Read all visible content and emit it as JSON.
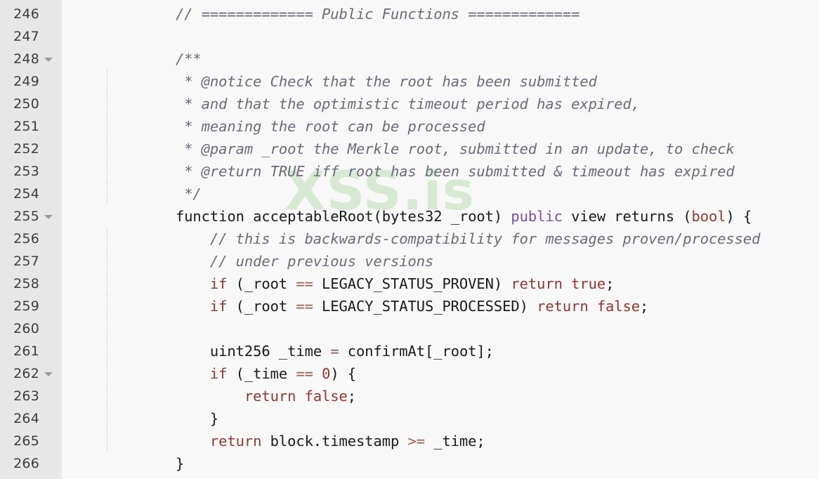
{
  "editor": {
    "watermark": "XSS.is",
    "gutter_bg": "#e7e7e7",
    "code_bg": "#f8f8f8",
    "first_line": 246,
    "last_line": 266
  },
  "lines": [
    {
      "num": "246",
      "fold": false,
      "guide": false,
      "text": "        // ============= Public Functions =============",
      "tokens": [
        {
          "t": "        ",
          "c": "pln"
        },
        {
          "t": "// ============= Public Functions =============",
          "c": "cmt"
        }
      ]
    },
    {
      "num": "247",
      "fold": false,
      "guide": false,
      "text": "",
      "tokens": []
    },
    {
      "num": "248",
      "fold": true,
      "guide": false,
      "text": "        /**",
      "tokens": [
        {
          "t": "        ",
          "c": "pln"
        },
        {
          "t": "/**",
          "c": "cmt"
        }
      ]
    },
    {
      "num": "249",
      "fold": false,
      "guide": true,
      "text": "         * @notice Check that the root has been submitted",
      "tokens": [
        {
          "t": "         ",
          "c": "pln"
        },
        {
          "t": "* @notice Check that the root has been submitted",
          "c": "cmt"
        }
      ]
    },
    {
      "num": "250",
      "fold": false,
      "guide": true,
      "text": "         * and that the optimistic timeout period has expired,",
      "tokens": [
        {
          "t": "         ",
          "c": "pln"
        },
        {
          "t": "* and that the optimistic timeout period has expired,",
          "c": "cmt"
        }
      ]
    },
    {
      "num": "251",
      "fold": false,
      "guide": true,
      "text": "         * meaning the root can be processed",
      "tokens": [
        {
          "t": "         ",
          "c": "pln"
        },
        {
          "t": "* meaning the root can be processed",
          "c": "cmt"
        }
      ]
    },
    {
      "num": "252",
      "fold": false,
      "guide": true,
      "text": "         * @param _root the Merkle root, submitted in an update, to check",
      "tokens": [
        {
          "t": "         ",
          "c": "pln"
        },
        {
          "t": "* @param _root the Merkle root, submitted in an update, to check",
          "c": "cmt"
        }
      ]
    },
    {
      "num": "253",
      "fold": false,
      "guide": true,
      "text": "         * @return TRUE iff root has been submitted & timeout has expired",
      "tokens": [
        {
          "t": "         ",
          "c": "pln"
        },
        {
          "t": "* @return TRUE iff root has been submitted & timeout has expired",
          "c": "cmt"
        }
      ]
    },
    {
      "num": "254",
      "fold": false,
      "guide": true,
      "text": "         */",
      "tokens": [
        {
          "t": "         ",
          "c": "pln"
        },
        {
          "t": "*/",
          "c": "cmt"
        }
      ]
    },
    {
      "num": "255",
      "fold": true,
      "guide": false,
      "text": "        function acceptableRoot(bytes32 _root) public view returns (bool) {",
      "tokens": [
        {
          "t": "        ",
          "c": "pln"
        },
        {
          "t": "function",
          "c": "pln"
        },
        {
          "t": " ",
          "c": "pln"
        },
        {
          "t": "acceptableRoot",
          "c": "pln"
        },
        {
          "t": "(",
          "c": "pln"
        },
        {
          "t": "bytes32",
          "c": "pln"
        },
        {
          "t": " _root) ",
          "c": "pln"
        },
        {
          "t": "public",
          "c": "kw2"
        },
        {
          "t": " view returns (",
          "c": "pln"
        },
        {
          "t": "bool",
          "c": "typ"
        },
        {
          "t": ") {",
          "c": "pln"
        }
      ]
    },
    {
      "num": "256",
      "fold": false,
      "guide": true,
      "text": "            // this is backwards-compatibility for messages proven/processed",
      "tokens": [
        {
          "t": "            ",
          "c": "pln"
        },
        {
          "t": "// this is backwards-compatibility for messages proven/processed",
          "c": "cmt"
        }
      ]
    },
    {
      "num": "257",
      "fold": false,
      "guide": true,
      "text": "            // under previous versions",
      "tokens": [
        {
          "t": "            ",
          "c": "pln"
        },
        {
          "t": "// under previous versions",
          "c": "cmt"
        }
      ]
    },
    {
      "num": "258",
      "fold": false,
      "guide": true,
      "text": "            if (_root == LEGACY_STATUS_PROVEN) return true;",
      "tokens": [
        {
          "t": "            ",
          "c": "pln"
        },
        {
          "t": "if",
          "c": "kw"
        },
        {
          "t": " (_root ",
          "c": "pln"
        },
        {
          "t": "==",
          "c": "op"
        },
        {
          "t": " LEGACY_STATUS_PROVEN) ",
          "c": "pln"
        },
        {
          "t": "return",
          "c": "kw"
        },
        {
          "t": " ",
          "c": "pln"
        },
        {
          "t": "true",
          "c": "lit"
        },
        {
          "t": ";",
          "c": "pln"
        }
      ]
    },
    {
      "num": "259",
      "fold": false,
      "guide": true,
      "text": "            if (_root == LEGACY_STATUS_PROCESSED) return false;",
      "tokens": [
        {
          "t": "            ",
          "c": "pln"
        },
        {
          "t": "if",
          "c": "kw"
        },
        {
          "t": " (_root ",
          "c": "pln"
        },
        {
          "t": "==",
          "c": "op"
        },
        {
          "t": " LEGACY_STATUS_PROCESSED) ",
          "c": "pln"
        },
        {
          "t": "return",
          "c": "kw"
        },
        {
          "t": " ",
          "c": "pln"
        },
        {
          "t": "false",
          "c": "lit"
        },
        {
          "t": ";",
          "c": "pln"
        }
      ]
    },
    {
      "num": "260",
      "fold": false,
      "guide": true,
      "text": "",
      "tokens": []
    },
    {
      "num": "261",
      "fold": false,
      "guide": true,
      "text": "            uint256 _time = confirmAt[_root];",
      "tokens": [
        {
          "t": "            ",
          "c": "pln"
        },
        {
          "t": "uint256",
          "c": "pln"
        },
        {
          "t": " _time ",
          "c": "pln"
        },
        {
          "t": "=",
          "c": "op"
        },
        {
          "t": " confirmAt[_root];",
          "c": "pln"
        }
      ]
    },
    {
      "num": "262",
      "fold": true,
      "guide": true,
      "text": "            if (_time == 0) {",
      "tokens": [
        {
          "t": "            ",
          "c": "pln"
        },
        {
          "t": "if",
          "c": "kw"
        },
        {
          "t": " (_time ",
          "c": "pln"
        },
        {
          "t": "==",
          "c": "op"
        },
        {
          "t": " ",
          "c": "pln"
        },
        {
          "t": "0",
          "c": "lit"
        },
        {
          "t": ") {",
          "c": "pln"
        }
      ]
    },
    {
      "num": "263",
      "fold": false,
      "guide": true,
      "text": "                return false;",
      "tokens": [
        {
          "t": "                ",
          "c": "pln"
        },
        {
          "t": "return",
          "c": "kw"
        },
        {
          "t": " ",
          "c": "pln"
        },
        {
          "t": "false",
          "c": "lit"
        },
        {
          "t": ";",
          "c": "pln"
        }
      ]
    },
    {
      "num": "264",
      "fold": false,
      "guide": true,
      "text": "            }",
      "tokens": [
        {
          "t": "            }",
          "c": "pln"
        }
      ]
    },
    {
      "num": "265",
      "fold": false,
      "guide": true,
      "text": "            return block.timestamp >= _time;",
      "tokens": [
        {
          "t": "            ",
          "c": "pln"
        },
        {
          "t": "return",
          "c": "kw"
        },
        {
          "t": " block.timestamp ",
          "c": "pln"
        },
        {
          "t": ">=",
          "c": "op"
        },
        {
          "t": " _time;",
          "c": "pln"
        }
      ]
    },
    {
      "num": "266",
      "fold": false,
      "guide": false,
      "text": "        }",
      "tokens": [
        {
          "t": "        }",
          "c": "pln"
        }
      ]
    }
  ]
}
